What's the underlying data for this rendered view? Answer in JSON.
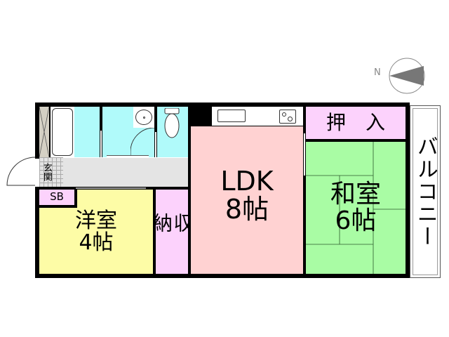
{
  "compass": {
    "label": "N",
    "icon": "compass-north-icon"
  },
  "rooms": {
    "ldk": {
      "name": "LDK",
      "size": "8帖",
      "color": "#ffd2d2"
    },
    "washitsu": {
      "name": "和室",
      "size": "6帖",
      "color": "#a9fca4"
    },
    "yoshitsu": {
      "name": "洋室",
      "size": "4帖",
      "color": "#fdfca6"
    },
    "oshiire": {
      "label": "押　入",
      "color": "#fcd2fc"
    },
    "shuno": {
      "label": "収納",
      "color": "#fcd2fc"
    },
    "sb": {
      "label": "SB",
      "color": "#fcd2fc"
    },
    "genkan": {
      "label": "玄関",
      "color": "#e4e4e4"
    },
    "balcony": {
      "label": "バルコニー",
      "color": "#ffffff"
    },
    "bath": {
      "color": "#b0fafa"
    },
    "hallway": {
      "color": "#e4e4e4"
    }
  },
  "colors": {
    "wall": "#000000",
    "tatami_line": "#2c5a2c"
  }
}
